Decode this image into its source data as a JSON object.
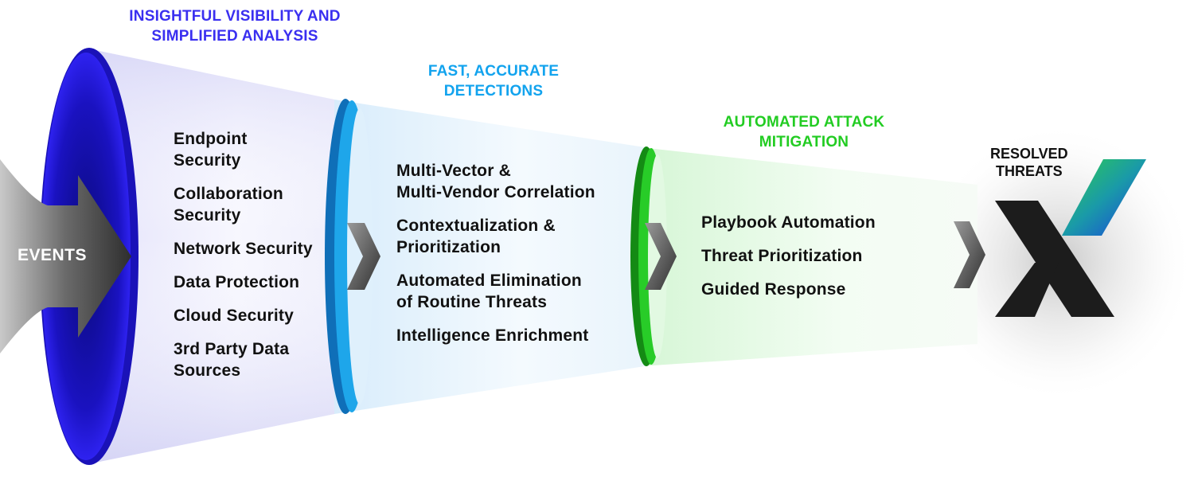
{
  "stages": [
    {
      "header": [
        "INSIGHTFUL VISIBILITY AND",
        "SIMPLIFIED ANALYSIS"
      ],
      "color": "#3a2ff0",
      "items": [
        [
          "Endpoint",
          "Security"
        ],
        [
          "Collaboration",
          "Security"
        ],
        [
          "Network Security"
        ],
        [
          "Data Protection"
        ],
        [
          "Cloud Security"
        ],
        [
          "3rd Party Data",
          "Sources"
        ]
      ]
    },
    {
      "header": [
        "FAST, ACCURATE",
        "DETECTIONS"
      ],
      "color": "#12a3ee",
      "items": [
        [
          "Multi-Vector &",
          "Multi-Vendor Correlation"
        ],
        [
          "Contextualization &",
          "Prioritization"
        ],
        [
          "Automated Elimination",
          "of Routine Threats"
        ],
        [
          "Intelligence Enrichment"
        ]
      ]
    },
    {
      "header": [
        "AUTOMATED ATTACK",
        "MITIGATION"
      ],
      "color": "#22cc22",
      "items": [
        [
          "Playbook Automation"
        ],
        [
          "Threat Prioritization"
        ],
        [
          "Guided Response"
        ]
      ]
    }
  ],
  "events_label": "EVENTS",
  "resolved_label": [
    "RESOLVED",
    "THREATS"
  ],
  "icons": {
    "input_arrow": "events-arrow-icon",
    "connector": "chevron-right-icon",
    "logo": "x-logo-icon"
  },
  "colors": {
    "funnel_mouth": "#2a1fe0",
    "detections_ring": "#1ea6ea",
    "mitigation_ring": "#28cc28",
    "logo_dark": "#1c1c1c",
    "logo_accent_top": "#2ecc40",
    "logo_accent_bottom": "#1a50e0"
  }
}
